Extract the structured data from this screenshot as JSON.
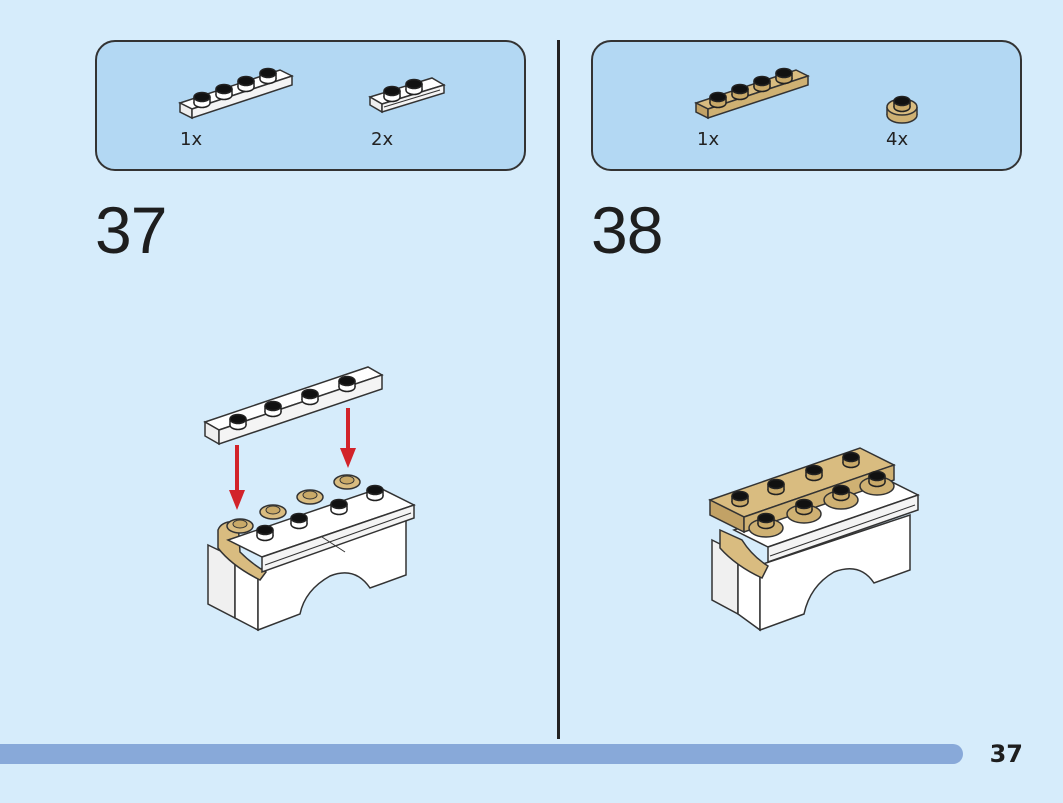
{
  "steps": [
    {
      "number": "37",
      "parts": [
        {
          "qty": "1x",
          "icon": "white-plate-1x4-icon",
          "color": "#ffffff"
        },
        {
          "qty": "2x",
          "icon": "white-rail-plate-1x2-icon",
          "color": "#ffffff"
        }
      ],
      "model_icon": "white-arch-with-plate-being-added-icon"
    },
    {
      "number": "38",
      "parts": [
        {
          "qty": "1x",
          "icon": "tan-plate-1x4-icon",
          "color": "#d9bc80"
        },
        {
          "qty": "4x",
          "icon": "tan-round-plate-1x1-icon",
          "color": "#d9bc80"
        }
      ],
      "model_icon": "tan-topped-arch-model-icon"
    }
  ],
  "page_number": "37",
  "colors": {
    "background": "#d6ecfb",
    "parts_box": "#b3d8f3",
    "progress_bar": "#88a9d9",
    "arrow": "#d2232a",
    "tan": "#d9bc80"
  }
}
